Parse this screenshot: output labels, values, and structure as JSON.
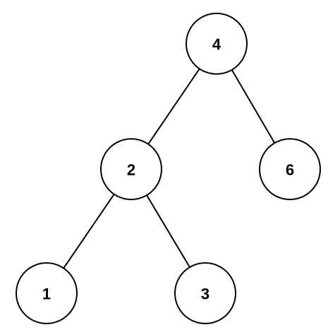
{
  "diagram": {
    "type": "binary-tree",
    "colors": {
      "background": "#ffffff",
      "stroke": "#000000",
      "text": "#000000",
      "node_fill": "#ffffff"
    },
    "nodes": [
      {
        "id": "n4",
        "label": "4"
      },
      {
        "id": "n2",
        "label": "2"
      },
      {
        "id": "n6",
        "label": "6"
      },
      {
        "id": "n1",
        "label": "1"
      },
      {
        "id": "n3",
        "label": "3"
      }
    ],
    "edges": [
      {
        "from": "n4",
        "to": "n2"
      },
      {
        "from": "n4",
        "to": "n6"
      },
      {
        "from": "n2",
        "to": "n1"
      },
      {
        "from": "n2",
        "to": "n3"
      }
    ]
  }
}
